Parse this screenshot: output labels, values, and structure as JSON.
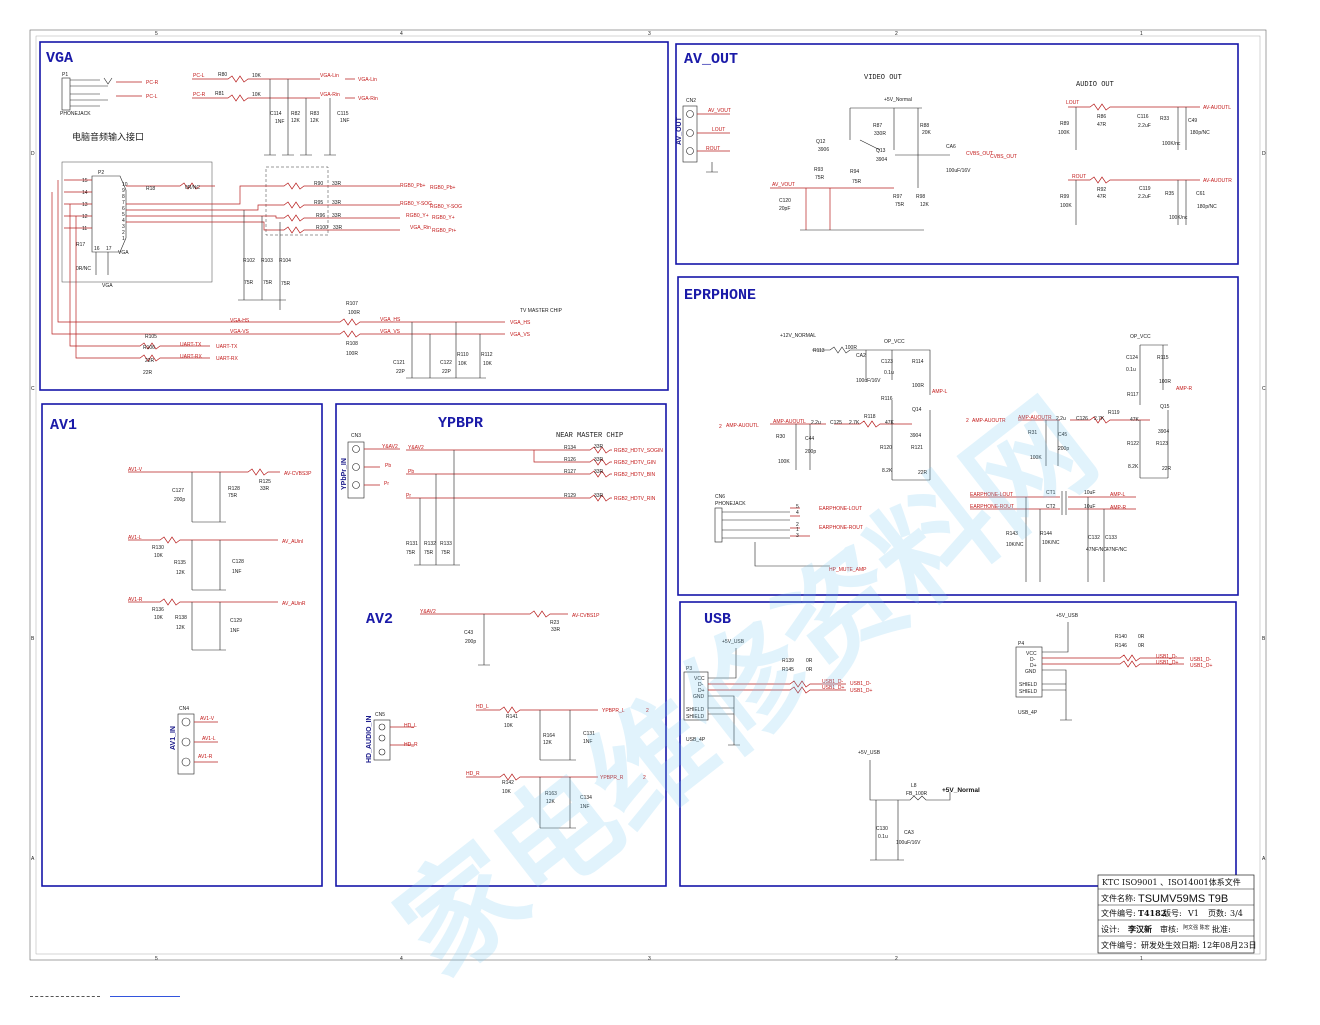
{
  "sections": {
    "vga": "VGA",
    "av_out": "AV_OUT",
    "eprphone": "EPRPHONE",
    "av1": "AV1",
    "ypbpr": "YPBPR",
    "av2": "AV2",
    "usb": "USB"
  },
  "subtitles": {
    "video_out": "VIDEO OUT",
    "audio_out": "AUDIO OUT",
    "near_master_chip": "NEAR MASTER CHIP",
    "vga_audio_port": "电脑音频输入接口",
    "tv_master_chip": "TV MASTER CHIP",
    "vga_small": "VGA"
  },
  "vga": {
    "p1": "P1",
    "phonejack": "PHONEJACK",
    "p2": "P2",
    "p2_name": "VGA",
    "r80": "R80",
    "r80v": "10K",
    "r81": "R81",
    "r81v": "10K",
    "pc_r": "PC-R",
    "pc_l": "PC-L",
    "vga_lin": "VGA-Lin",
    "vga_rin": "VGA-Rin",
    "c114": "C114",
    "c114v": "1NF",
    "r82": "R82",
    "r82v": "12K",
    "r83": "R83",
    "r83v": "12K",
    "c115": "C115",
    "c115v": "1NF",
    "r18": "R18",
    "r18v": "0R/NC",
    "r17": "R17",
    "r17v": "0R/NC",
    "r90": "R90",
    "r90v": "33R",
    "r95": "R95",
    "r95v": "33R",
    "r96": "R96",
    "r96v": "33R",
    "r100": "R100",
    "r100v": "33R",
    "rgb_pb": "RGB0_Pb+",
    "rgb_y_sog": "RGB0_Y-SOG",
    "rgb_y": "RGB0_Y+",
    "rgb_pr": "RGB0_Pr+",
    "vga_rin2": "VGA_Rin",
    "r102": "R102",
    "r102v": "75R",
    "r103": "R103",
    "r103v": "75R",
    "r104": "R104",
    "r104v": "75R",
    "r107": "R107",
    "r107v": "100R",
    "r108": "R108",
    "r108v": "100R",
    "vga_hs": "VGA-HS",
    "vga_vs": "VGA-VS",
    "vga_hs_out": "VGA_HS",
    "vga_vs_out": "VGA_VS",
    "r105": "R105",
    "r106": "R106",
    "r106v": "22R",
    "r109v": "22R",
    "uart_tx": "UART-TX",
    "uart_rx": "UART-RX",
    "c121": "C121",
    "c121v": "22P",
    "c122": "C122",
    "c122v": "22P",
    "r110": "R110",
    "r110v": "10K",
    "r112": "R112",
    "r112v": "10K"
  },
  "av_out": {
    "cn2": "CN2",
    "conn": "AV_OUT",
    "av_vout": "AV_VOUT",
    "lout": "LOUT",
    "rout": "ROUT",
    "v5n": "+5V_Normal",
    "q12": "Q12",
    "q12v": "3906",
    "q13": "Q13",
    "q13v": "3904",
    "r87": "R87",
    "r87v": "330R",
    "r88": "R88",
    "r88v": "20K",
    "r93": "R93",
    "r93v": "75R",
    "r94": "R94",
    "r94v": "75R",
    "r97": "R97",
    "r97v": "75R",
    "r98": "R98",
    "r98v": "12K",
    "c120": "C120",
    "c120v": "20pF",
    "ca6": "CA6",
    "ca6v": "100uF/16V",
    "cvbs_out": "CVBS_OUT",
    "r86": "R86",
    "r86v": "47R",
    "r89": "R89",
    "r89v": "100K",
    "c116": "C116",
    "c116v": "2.2uF",
    "r33": "R33",
    "r33v": "100K/nc",
    "c49": "C49",
    "c49v": "180p/NC",
    "av_aoutl": "AV-AUOUTL",
    "r92": "R92",
    "r92v": "47R",
    "r99": "R99",
    "r99v": "100K",
    "c119": "C119",
    "c119v": "2.2uF",
    "r35": "R35",
    "r35v": "100K/nc",
    "c61": "C61",
    "c61v": "180p/NC",
    "av_aoutr": "AV-AUOUTR"
  },
  "eprphone": {
    "v12n": "+12V_NORMAL",
    "op_vcc": "OP_VCC",
    "r113": "R113",
    "r113v": "100R",
    "ca2": "CA2",
    "ca2v": "100uF/16V",
    "c123": "C123",
    "c123v": "0.1u",
    "r114": "R114",
    "r114v": "100R",
    "amp_l": "AMP-L",
    "amp_r": "AMP-R",
    "amp_auoutl": "AMP-AUOUTL",
    "amp_auoutr": "AMP-AUOUTR",
    "c125": "C125",
    "c125v": "2.2u",
    "r118": "R118",
    "r118v": "2.7K",
    "r116": "R116",
    "r116v": "47K",
    "q14": "Q14",
    "q14v": "3904",
    "r30": "R30",
    "r30v": "100K",
    "c44": "C44",
    "c44v": "200p",
    "r120": "R120",
    "r120v": "8.2K",
    "r121": "R121",
    "r121v": "22R",
    "cn6": "CN6",
    "cn6n": "PHONEJACK",
    "earphone_lout": "EARPHONE-LOUT",
    "earphone_rout": "EARPHONE-ROUT",
    "hp_mute": "HP_MUTE_AMP",
    "c124": "C124",
    "c124v": "0.1u",
    "r115": "R115",
    "r115v": "100R",
    "r117": "R117",
    "r117v": "47K",
    "q15": "Q15",
    "q15v": "3904",
    "c126": "C126",
    "c126v": "2.2u",
    "r119": "R119",
    "r119v": "2.7K",
    "r31": "R31",
    "r31v": "100K",
    "c45": "C45",
    "c45v": "200p",
    "r122": "R122",
    "r122v": "8.2K",
    "r123": "R123",
    "r123v": "22R",
    "ct1": "CT1",
    "ct1v": "10uF",
    "ct2": "CT2",
    "ct2v": "10uF",
    "r143": "R143",
    "r143v": "10K/NC",
    "r144": "R144",
    "r144v": "10K/NC",
    "c132": "C132",
    "c132v": "47NF/NC",
    "c133": "C133",
    "c133v": "47NF/NC",
    "num2": "2"
  },
  "av1": {
    "av1_v": "AV1-V",
    "av1_l": "AV1-L",
    "av1_r": "AV1-R",
    "r128": "R128",
    "r128v": "75R",
    "r125": "R125",
    "r125v": "33R",
    "av_cvbs3p": "AV-CVBS3P",
    "c127": "C127",
    "c127v": "200p",
    "r130": "R130",
    "r130v": "10K",
    "r135": "R135",
    "r135v": "12K",
    "c128": "C128",
    "c128v": "1NF",
    "av_auinl": "AV_AUinl",
    "r136": "R136",
    "r136v": "10K",
    "r138": "R138",
    "r138v": "12K",
    "c129": "C129",
    "c129v": "1NF",
    "av_auinr": "AV_AUinR",
    "cn4": "CN4",
    "av1_in": "AV1_IN",
    "av1v": "AV1-V",
    "av1l": "AV1-L",
    "av1r": "AV1-R"
  },
  "ypbpr": {
    "cn3": "CN3",
    "conn": "YPbPr_IN",
    "y": "Y&AV2",
    "pb": "Pb",
    "pr": "Pr",
    "r134": "R134",
    "r134v": "33R",
    "r126": "R126",
    "r126v": "33R",
    "r127": "R127",
    "r127v": "33R",
    "r129": "R129",
    "r129v": "33R",
    "rgb2_sogin": "RGB2_HDTV_SOGIN",
    "rgb2_gin": "RGB2_HDTV_GIN",
    "rgb2_bin": "RGB2_HDTV_BIN",
    "rgb2_rin": "RGB2_HDTV_RIN",
    "r131": "R131",
    "r131v": "75R",
    "r132": "R132",
    "r132v": "75R",
    "r133": "R133",
    "r133v": "75R"
  },
  "av2": {
    "y_av2": "Y&AV2",
    "r23": "R23",
    "r23v": "33R",
    "av_cvbs1p": "AV-CVBS1P",
    "c43": "C43",
    "c43v": "200p",
    "cn5": "CN5",
    "conn": "HD_AUDIO_IN",
    "hd_l": "HD_L",
    "hd_r": "HD_R",
    "r141": "R141",
    "r141v": "10K",
    "r164": "R164",
    "r164v": "12K",
    "c131": "C131",
    "c131v": "1NF",
    "ypbpr_l": "YPBPR_L",
    "r142": "R142",
    "r142v": "10K",
    "r163": "R163",
    "r163v": "12K",
    "c134": "C134",
    "c134v": "1NF",
    "ypbpr_r": "YPBPR_R",
    "num2": "2"
  },
  "usb": {
    "v5usb": "+5V_USB",
    "p3": "P3",
    "p4": "P4",
    "vcc": "VCC",
    "dm": "D-",
    "dp": "D+",
    "gnd": "GND",
    "shield": "SHIELD",
    "usb4p": "USB_4P",
    "r139": "R139",
    "r139v": "0R",
    "r145": "R145",
    "r145v": "0R",
    "r140": "R140",
    "r140v": "0R",
    "r146": "R146",
    "r146v": "0R",
    "usb1_d_minus": "USB1_D-",
    "usb1_d_plus": "USB1_D+",
    "l8": "L8",
    "l8v": "FB_100R",
    "v5n": "+5V_Normal",
    "c130": "C130",
    "c130v": "0.1u",
    "ca3": "CA3",
    "ca3v": "100uF/16V"
  },
  "title_block": {
    "cert": "KTC   ISO9001 、ISO14001体系文件",
    "name_label": "文件名称:",
    "name_value": "TSUMV59MS    T9B",
    "no_label": "文件编号:",
    "no_value": "T4182",
    "ver_label": "版号:",
    "ver_value": "V1",
    "page_label": "页数:",
    "page_value": "3/4",
    "design_label": "设计:",
    "design_value": "李汉新",
    "review_label": "审核:",
    "review_value": "阿文强 陈宏",
    "approve_label": "批准:",
    "date_label": "文件编号：研发处生效日期:",
    "date_value": "12年08月23日"
  },
  "watermark": "家电维修资料网",
  "colors": {
    "frame": "#1616a8",
    "wire": "#b82020",
    "ink": "#222222"
  }
}
